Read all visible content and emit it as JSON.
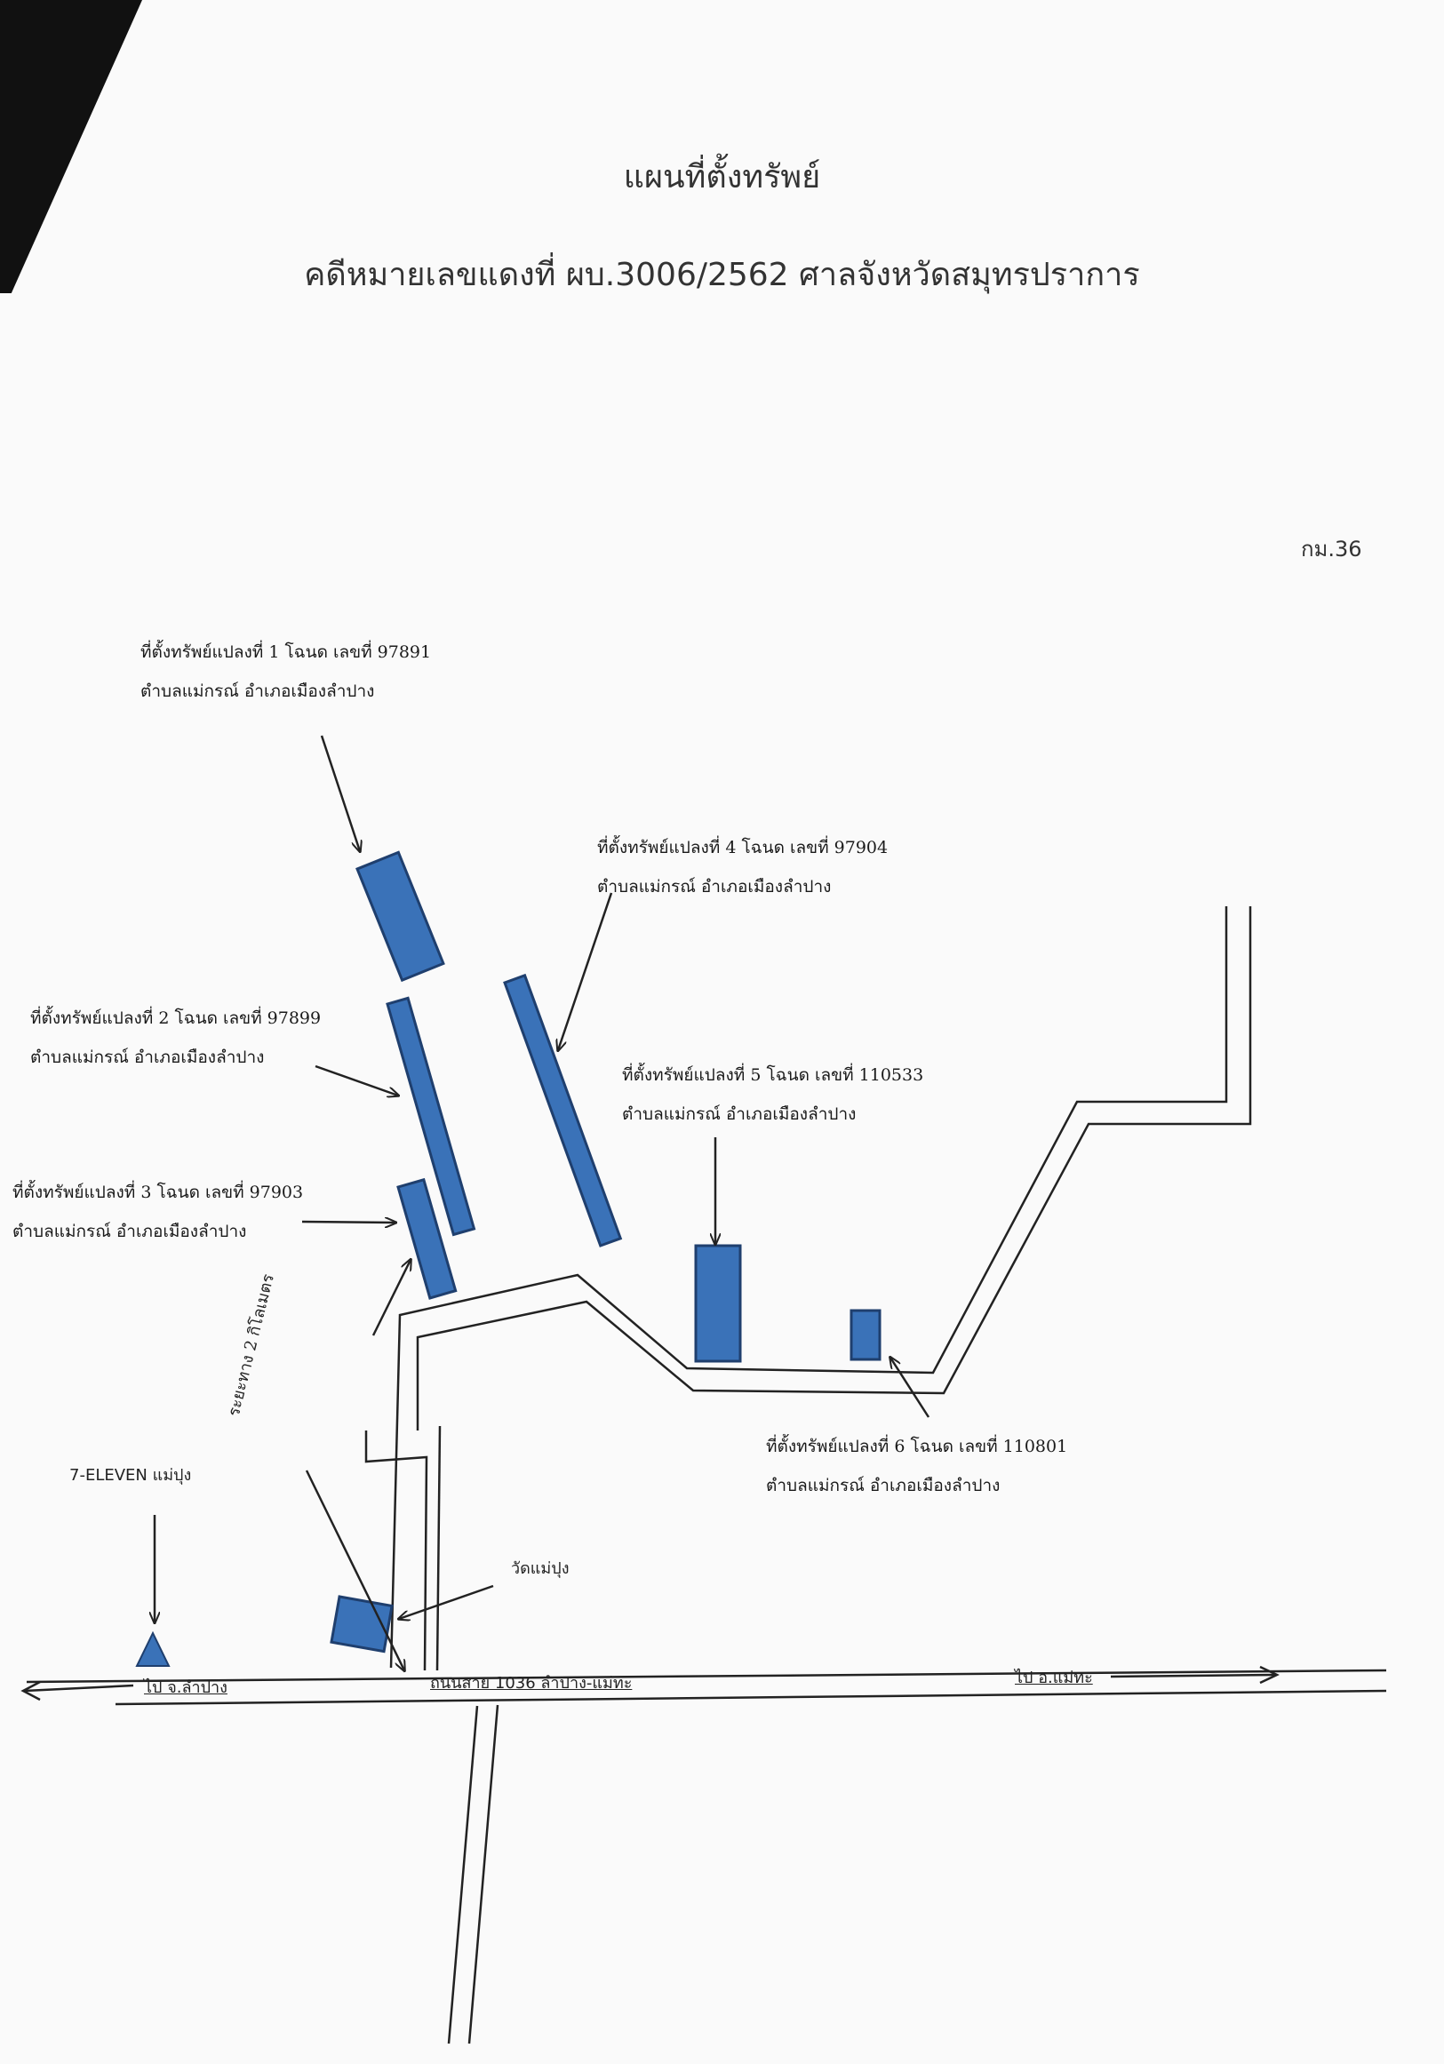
{
  "title": "แผนที่ตั้งทรัพย์",
  "case_line": "คดีหมายเลขแดงที่ ผบ.3006/2562 ศาลจังหวัดสมุทรปราการ",
  "doc_code": "กม.36",
  "parcels": [
    {
      "line1": "ที่ตั้งทรัพย์แปลงที่ 1 โฉนด เลขที่ 97891",
      "line2": "ตำบลแม่กรณ์ อำเภอเมืองลำปาง"
    },
    {
      "line1": "ที่ตั้งทรัพย์แปลงที่ 2 โฉนด เลขที่ 97899",
      "line2": "ตำบลแม่กรณ์ อำเภอเมืองลำปาง"
    },
    {
      "line1": "ที่ตั้งทรัพย์แปลงที่ 3 โฉนด เลขที่ 97903",
      "line2": "ตำบลแม่กรณ์ อำเภอเมืองลำปาง"
    },
    {
      "line1": "ที่ตั้งทรัพย์แปลงที่ 4 โฉนด เลขที่ 97904",
      "line2": "ตำบลแม่กรณ์ อำเภอเมืองลำปาง"
    },
    {
      "line1": "ที่ตั้งทรัพย์แปลงที่ 5 โฉนด เลขที่ 110533",
      "line2": "ตำบลแม่กรณ์ อำเภอเมืองลำปาง"
    },
    {
      "line1": "ที่ตั้งทรัพย์แปลงที่ 6 โฉนด เลขที่ 110801",
      "line2": "ตำบลแม่กรณ์ อำเภอเมืองลำปาง"
    }
  ],
  "landmarks": {
    "seven_eleven": "7-ELEVEN แม่ปุง",
    "temple": "วัดแม่ปุง",
    "distance": "ระยะทาง 2 กิโลเมตร"
  },
  "road": {
    "to_lampang": "ไป จ.ลำปาง",
    "road_name": "ถนนสาย 1036 ลำปาง-แม่ทะ",
    "to_maetha": "ไป อ.แม่ทะ"
  },
  "colors": {
    "parcel_fill": "#3a72b8",
    "parcel_stroke": "#1f3f6e",
    "line": "#222222"
  },
  "icons": {
    "store": "triangle-marker",
    "temple": "square-marker"
  }
}
